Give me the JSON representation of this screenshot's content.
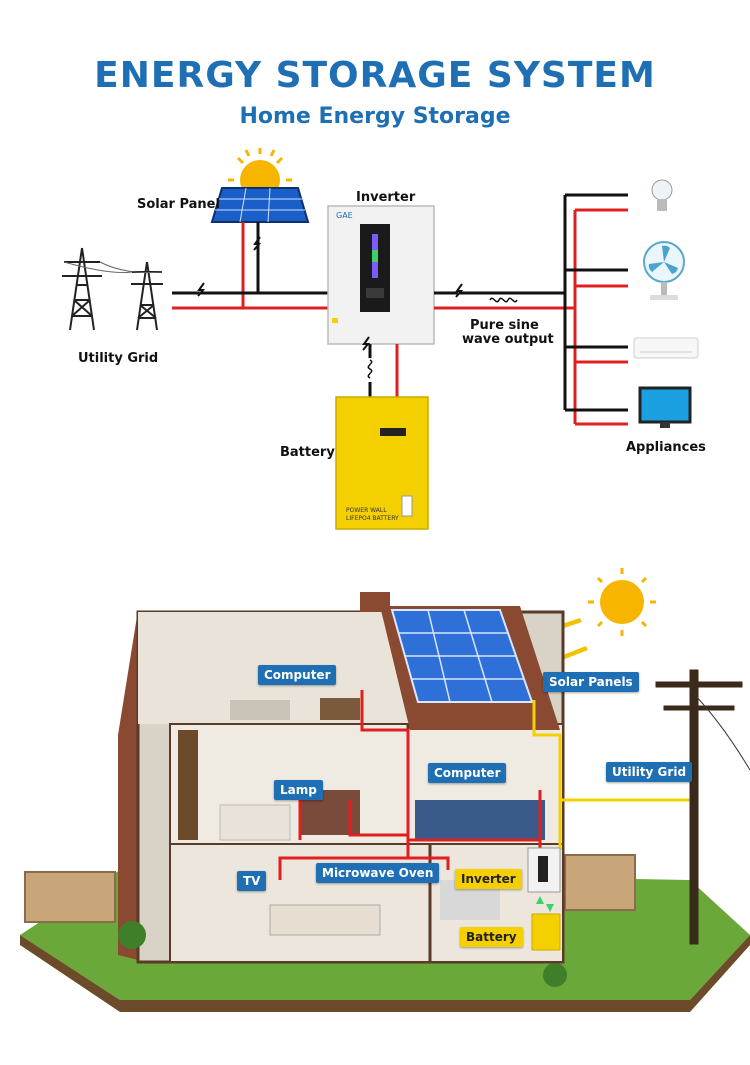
{
  "header": {
    "title": "ENERGY STORAGE SYSTEM",
    "subtitle": "Home Energy Storage"
  },
  "diagram": {
    "solar_panel": "Solar Panel",
    "inverter": "Inverter",
    "utility_grid": "Utility Grid",
    "pure_sine_line1": "Pure sine",
    "pure_sine_line2": "wave output",
    "battery": "Battery",
    "appliances": "Appliances",
    "battery_text_1": "POWER WALL",
    "battery_text_2": "LIFEPO4 BATTERY"
  },
  "house": {
    "computer_top": "Computer",
    "solar_panels": "Solar Panels",
    "lamp": "Lamp",
    "computer_mid": "Computer",
    "utility_grid": "Utility Grid",
    "tv": "TV",
    "microwave": "Microwave Oven",
    "inverter": "Inverter",
    "battery": "Battery"
  },
  "colors": {
    "accent_blue": "#1f6fb5",
    "wire_red": "#e02020",
    "wire_black": "#111111",
    "battery_yellow": "#f5d000"
  }
}
